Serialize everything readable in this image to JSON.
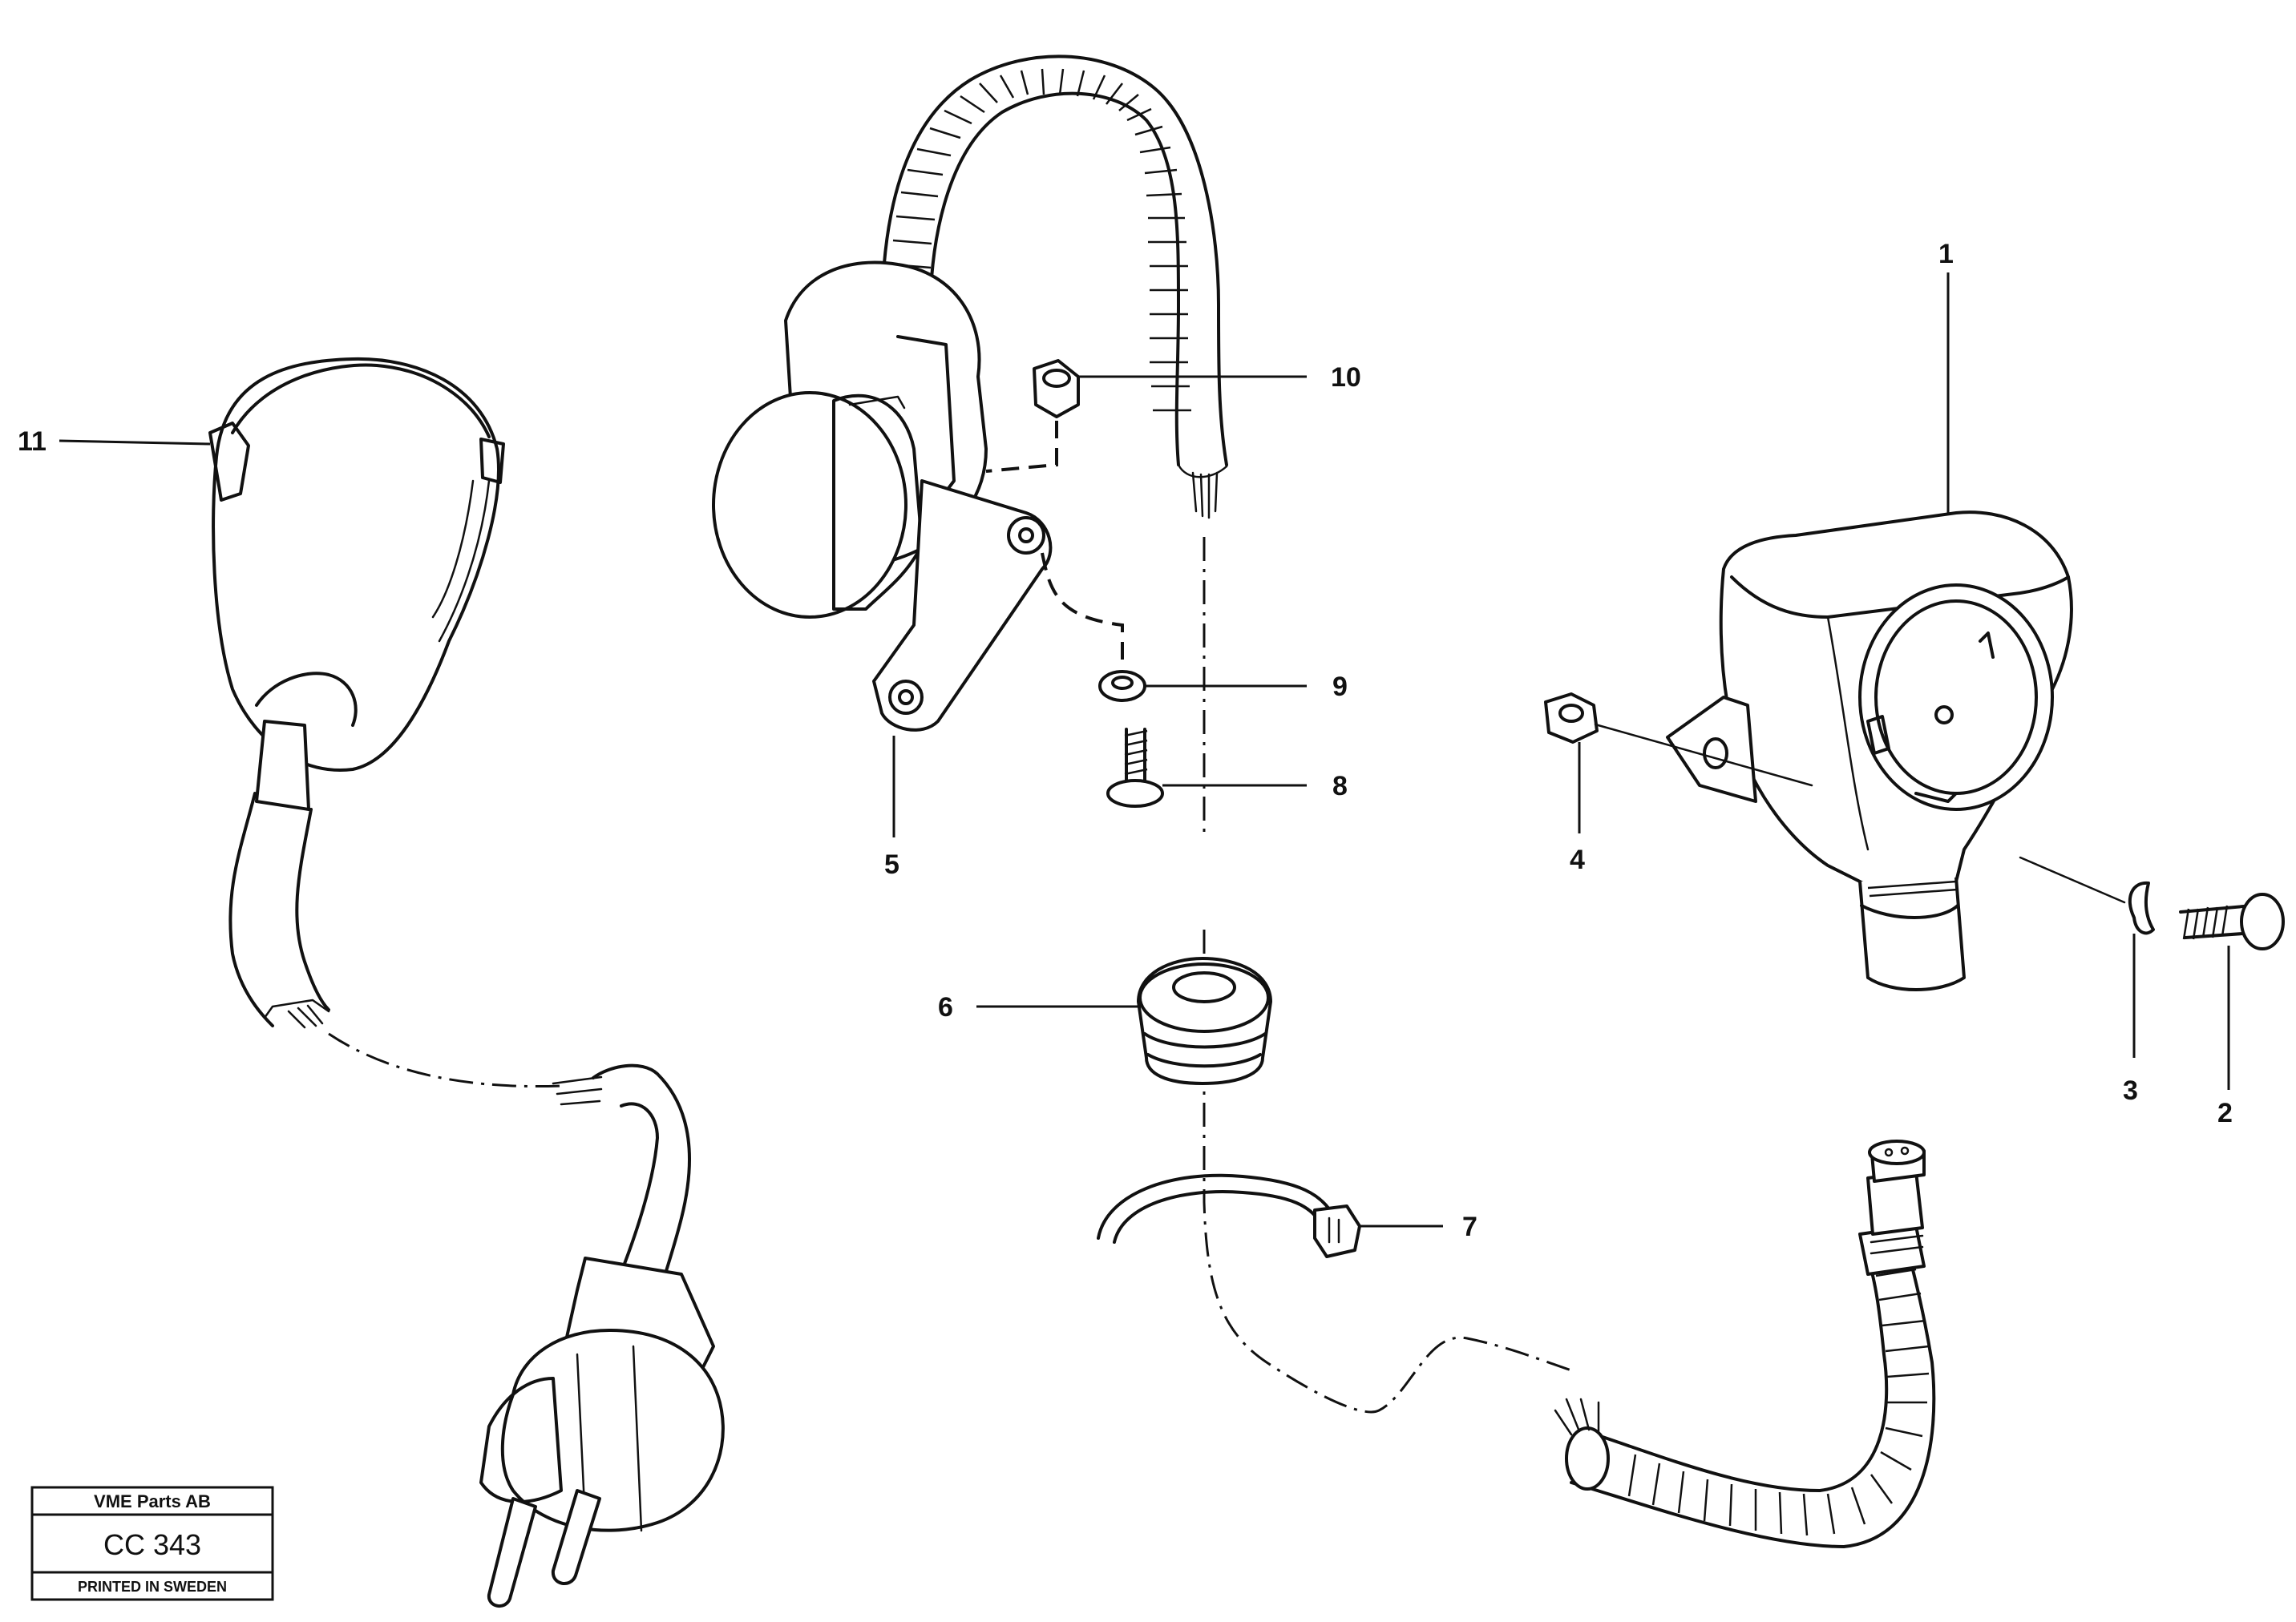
{
  "callouts": [
    {
      "number": "1"
    },
    {
      "number": "2"
    },
    {
      "number": "3"
    },
    {
      "number": "4"
    },
    {
      "number": "5"
    },
    {
      "number": "6"
    },
    {
      "number": "7"
    },
    {
      "number": "8"
    },
    {
      "number": "9"
    },
    {
      "number": "10"
    },
    {
      "number": "11"
    }
  ],
  "stamp": {
    "company": "VME Parts AB",
    "code": "CC 343",
    "footer": "PRINTED IN SWEDEN"
  }
}
